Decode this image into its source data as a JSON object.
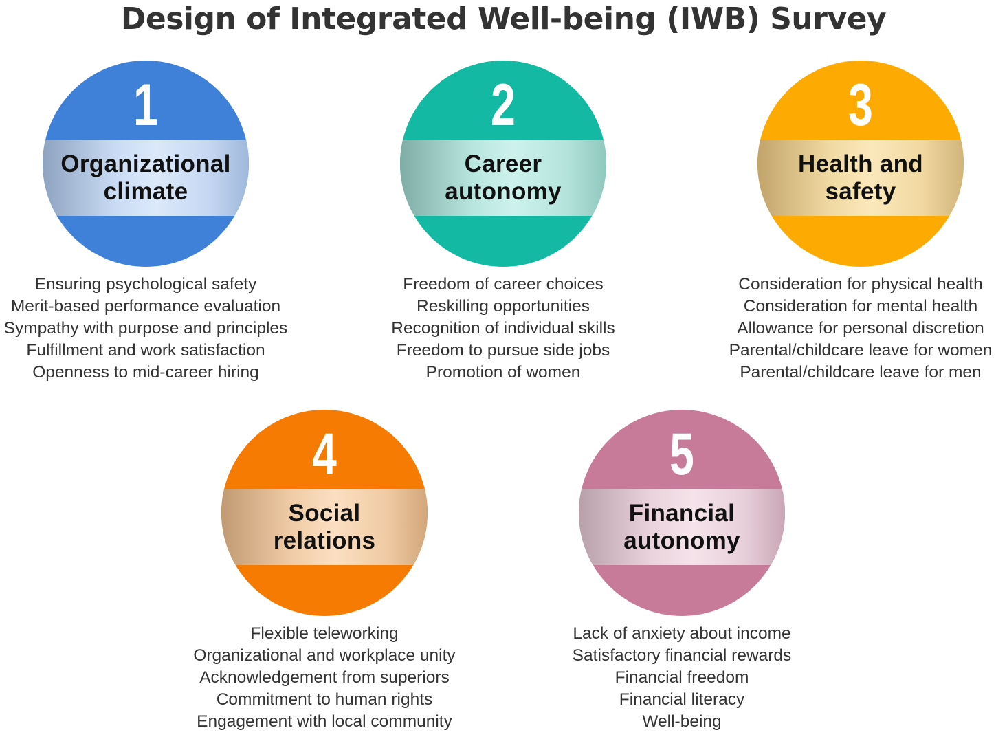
{
  "title": "Design of Integrated Well-being (IWB) Survey",
  "pillars": [
    {
      "number": "1",
      "name_line1": "Organizational",
      "name_line2": "climate",
      "color": "#3f80d8",
      "items": [
        "Ensuring psychological safety",
        "Merit-based performance evaluation",
        "Sympathy with purpose and principles",
        "Fulfillment and work satisfaction",
        "Openness to mid-career hiring"
      ]
    },
    {
      "number": "2",
      "name_line1": "Career",
      "name_line2": "autonomy",
      "color": "#13b9a2",
      "items": [
        "Freedom of career choices",
        "Reskilling opportunities",
        "Recognition of individual skills",
        "Freedom to pursue side jobs",
        "Promotion of women"
      ]
    },
    {
      "number": "3",
      "name_line1": "Health and",
      "name_line2": "safety",
      "color": "#fdaa02",
      "items": [
        "Consideration for physical health",
        "Consideration for mental health",
        "Allowance for personal discretion",
        "Parental/childcare leave for women",
        "Parental/childcare leave for men"
      ]
    },
    {
      "number": "4",
      "name_line1": "Social",
      "name_line2": "relations",
      "color": "#f57b02",
      "items": [
        "Flexible teleworking",
        "Organizational and workplace unity",
        "Acknowledgement from superiors",
        "Commitment to human rights",
        "Engagement with local community"
      ]
    },
    {
      "number": "5",
      "name_line1": "Financial",
      "name_line2": "autonomy",
      "color": "#c77b98",
      "items": [
        "Lack of anxiety about income",
        "Satisfactory financial rewards",
        "Financial freedom",
        "Financial literacy",
        "Well-being"
      ]
    }
  ]
}
